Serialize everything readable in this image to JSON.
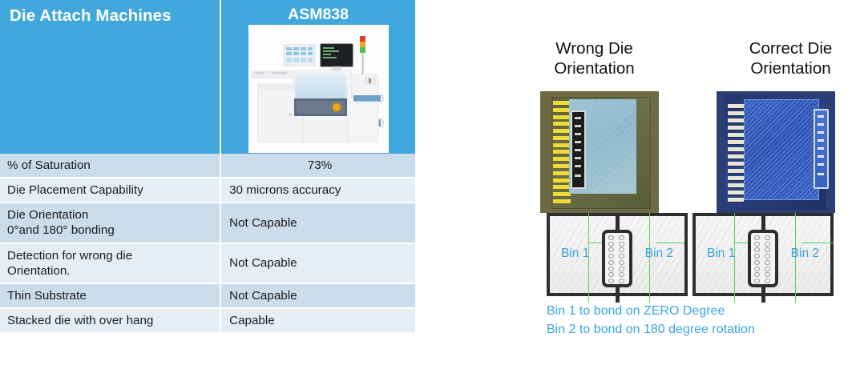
{
  "table": {
    "header": {
      "title": "Die Attach Machines",
      "model": "ASM838",
      "machine_photo_alt": "die-attach-machine-photo"
    },
    "rows": [
      {
        "label": "% of Saturation",
        "value": "73%",
        "negative": false
      },
      {
        "label": "Die Placement Capability",
        "value": "30 microns accuracy",
        "negative": false
      },
      {
        "label": "Die Orientation\n0°and 180° bonding",
        "label_line1": "Die Orientation",
        "label_line2": "0°and 180° bonding",
        "value": "Not Capable",
        "negative": true
      },
      {
        "label": "Detection for wrong die\nOrientation.",
        "label_line1": "Detection for wrong die",
        "label_line2": "Orientation.",
        "value": "Not Capable",
        "negative": true
      },
      {
        "label": "Thin Substrate",
        "value": "Not Capable",
        "negative": true
      },
      {
        "label": "Stacked die with over hang",
        "value": "Capable",
        "negative": false
      }
    ]
  },
  "orientation": {
    "captions": {
      "wrong_line1": "Wrong Die",
      "wrong_line2": "Orientation",
      "correct_line1": "Correct Die",
      "correct_line2": "Orientation"
    },
    "bins": {
      "strip1_bin1": "Bin 1",
      "strip1_bin2": "Bin 2",
      "strip2_bin1": "Bin 1",
      "strip2_bin2": "Bin 2"
    },
    "notes": {
      "line1": "Bin 1 to bond on ZERO Degree",
      "line2": "Bin 2 to bond on 180 degree rotation"
    }
  },
  "colors": {
    "header_blue": "#40A8DC",
    "row_shade_dark": "#CBDCEB",
    "row_shade_light": "#E5EDF6",
    "negative_text": "#FF0000",
    "accent_caption_blue": "#3AA5DF",
    "bin_guide_green": "#5AD05A"
  }
}
